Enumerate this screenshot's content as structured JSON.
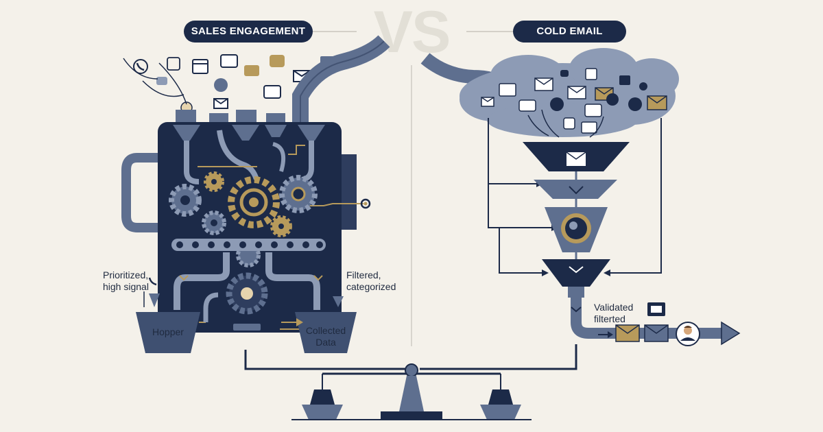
{
  "header": {
    "vs_text": "VS",
    "left_title": "SALES ENGAGEMENT",
    "right_title": "COLD EMAIL"
  },
  "left_machine": {
    "label_prioritized_line1": "Prioritized,",
    "label_prioritized_line2": "high signal",
    "label_filtered_line1": "Filtered,",
    "label_filtered_line2": "categorized",
    "hopper_label": "Hopper",
    "collected_line1": "Collected",
    "collected_line2": "Data"
  },
  "right_funnel": {
    "validated_line1": "Validated",
    "validated_line2": "filterted"
  },
  "icons": {
    "left_inputs": [
      "phone-icon",
      "phone-icon",
      "calendar-icon",
      "chat-icon",
      "chat-icon",
      "envelope-icon",
      "contact-icon",
      "avatar-icon",
      "phone-icon",
      "envelope-icon",
      "chat-icon"
    ],
    "right_cloud": [
      "envelope-icon",
      "contact-card-icon",
      "twitter-icon",
      "avatar-icon",
      "envelope-icon",
      "chat-icon",
      "phone-icon",
      "envelope-icon",
      "star-icon",
      "phone-icon",
      "chat-icon"
    ],
    "output": [
      "envelope-icon",
      "envelope-icon",
      "person-avatar-icon",
      "arrow-right-icon"
    ]
  },
  "colors": {
    "background": "#f4f1ea",
    "navy": "#1c2a48",
    "slate": "#5e6f8f",
    "light_slate": "#8d9bb5",
    "gold": "#b79a5b"
  }
}
